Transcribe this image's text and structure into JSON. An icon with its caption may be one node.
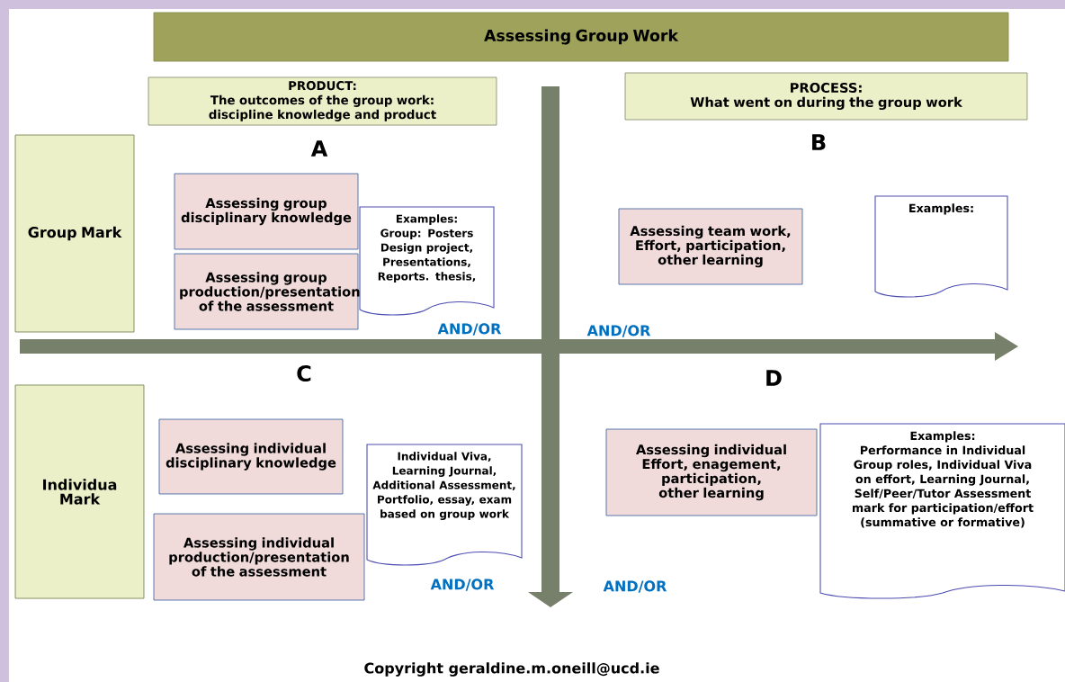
{
  "diagram": {
    "nodes": [
      {
        "text": [
          "Assessing Group Work"
        ]
      },
      {
        "text": [
          "PRODUCT:",
          "The outcomes of the group work: discipline knowledge and product"
        ]
      },
      {
        "text": [
          "PROCESS:",
          "What went on during the group work"
        ]
      },
      {
        "text": [
          "Group Mark"
        ]
      },
      {
        "text": [
          "Assessing group disciplinary knowledge"
        ]
      },
      {
        "text": [
          "Assessing group production/presentation of the assessment"
        ]
      },
      {
        "text": [
          "Examples:",
          "Group: Posters Design project, Presentations, Reports. thesis,"
        ]
      },
      {
        "text": [
          "Assessing team work, Effort, participation, other learning"
        ]
      },
      {
        "text": [
          "Examples:"
        ]
      },
      {
        "text": [
          "Individua Mark"
        ]
      },
      {
        "text": [
          "Assessing individual disciplinary knowledge"
        ]
      },
      {
        "text": [
          "Assessing individual production/presentation of the assessment"
        ]
      },
      {
        "text": [
          "Individual Viva, Learning Journal, Additional Assessment, Portfolio, essay, exam based on group work"
        ]
      },
      {
        "text": [
          "Assessing individual Effort, enagement, participation, other learning"
        ]
      },
      {
        "text": [
          "Examples:",
          "Performance in Individual Group roles, Individual Viva on effort, Learning Journal, Self/Peer/Tutor Assessment mark for participation/effort (summative or formative)"
        ]
      }
    ],
    "labels": [
      "A",
      "B",
      "AND/OR",
      "AND/OR",
      "C",
      "D",
      "AND/OR",
      "AND/OR",
      "Copyright geraldine.m.oneill@ucd.ie"
    ]
  }
}
